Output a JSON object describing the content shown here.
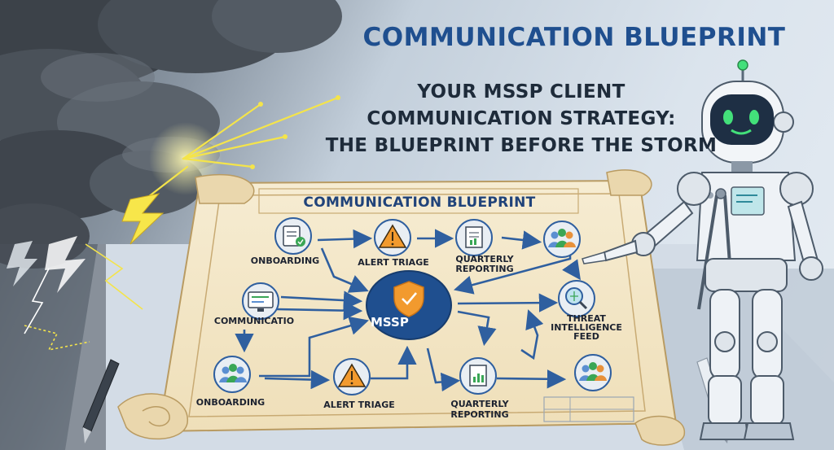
{
  "header": {
    "title": "COMMUNICATION BLUEPRINT",
    "subtitle_lines": [
      "YOUR MSSP CLIENT",
      "COMMUNICATION STRATEGY:",
      "THE BLUEPRINT BEFORE THE STORM"
    ]
  },
  "blueprint": {
    "title": "COMMUNICATION BLUEPRINT",
    "center_label": "MSSP",
    "nodes": {
      "onboarding_top": "ONBOARDING",
      "alert_triage_top": "ALERT TRIAGE",
      "quarterly_reporting_top_1": "QUARTERLY",
      "quarterly_reporting_top_2": "REPORTING",
      "communication": "COMMUNICATIO",
      "threat_intel_1": "THREAT",
      "threat_intel_2": "INTELLIGENCE",
      "threat_intel_3": "FEED",
      "onboarding_bottom": "ONBOARDING",
      "alert_triage_bottom": "ALERT TRIAGE",
      "quarterly_reporting_bottom_1": "QUARTERLY",
      "quarterly_reporting_bottom_2": "REPORTING"
    }
  },
  "colors": {
    "title_blue": "#1f4f8f",
    "subtitle_dark": "#1e2b3a",
    "parchment": "#f4e8cc",
    "arrow_blue": "#2f5f9f",
    "mssp_blue": "#1f4f8f",
    "shield_orange": "#f29a2e",
    "lightning_yellow": "#f7e64a",
    "robot_face": "#1e2f44",
    "robot_eye_green": "#43e07a"
  },
  "icons": [
    "storm-cloud-icon",
    "lightning-icon",
    "clipboard-check-icon",
    "warning-triangle-icon",
    "report-document-icon",
    "team-icon",
    "monitor-icon",
    "shield-check-icon",
    "magnifier-globe-icon",
    "robot-icon",
    "compass-icon",
    "pen-icon"
  ]
}
